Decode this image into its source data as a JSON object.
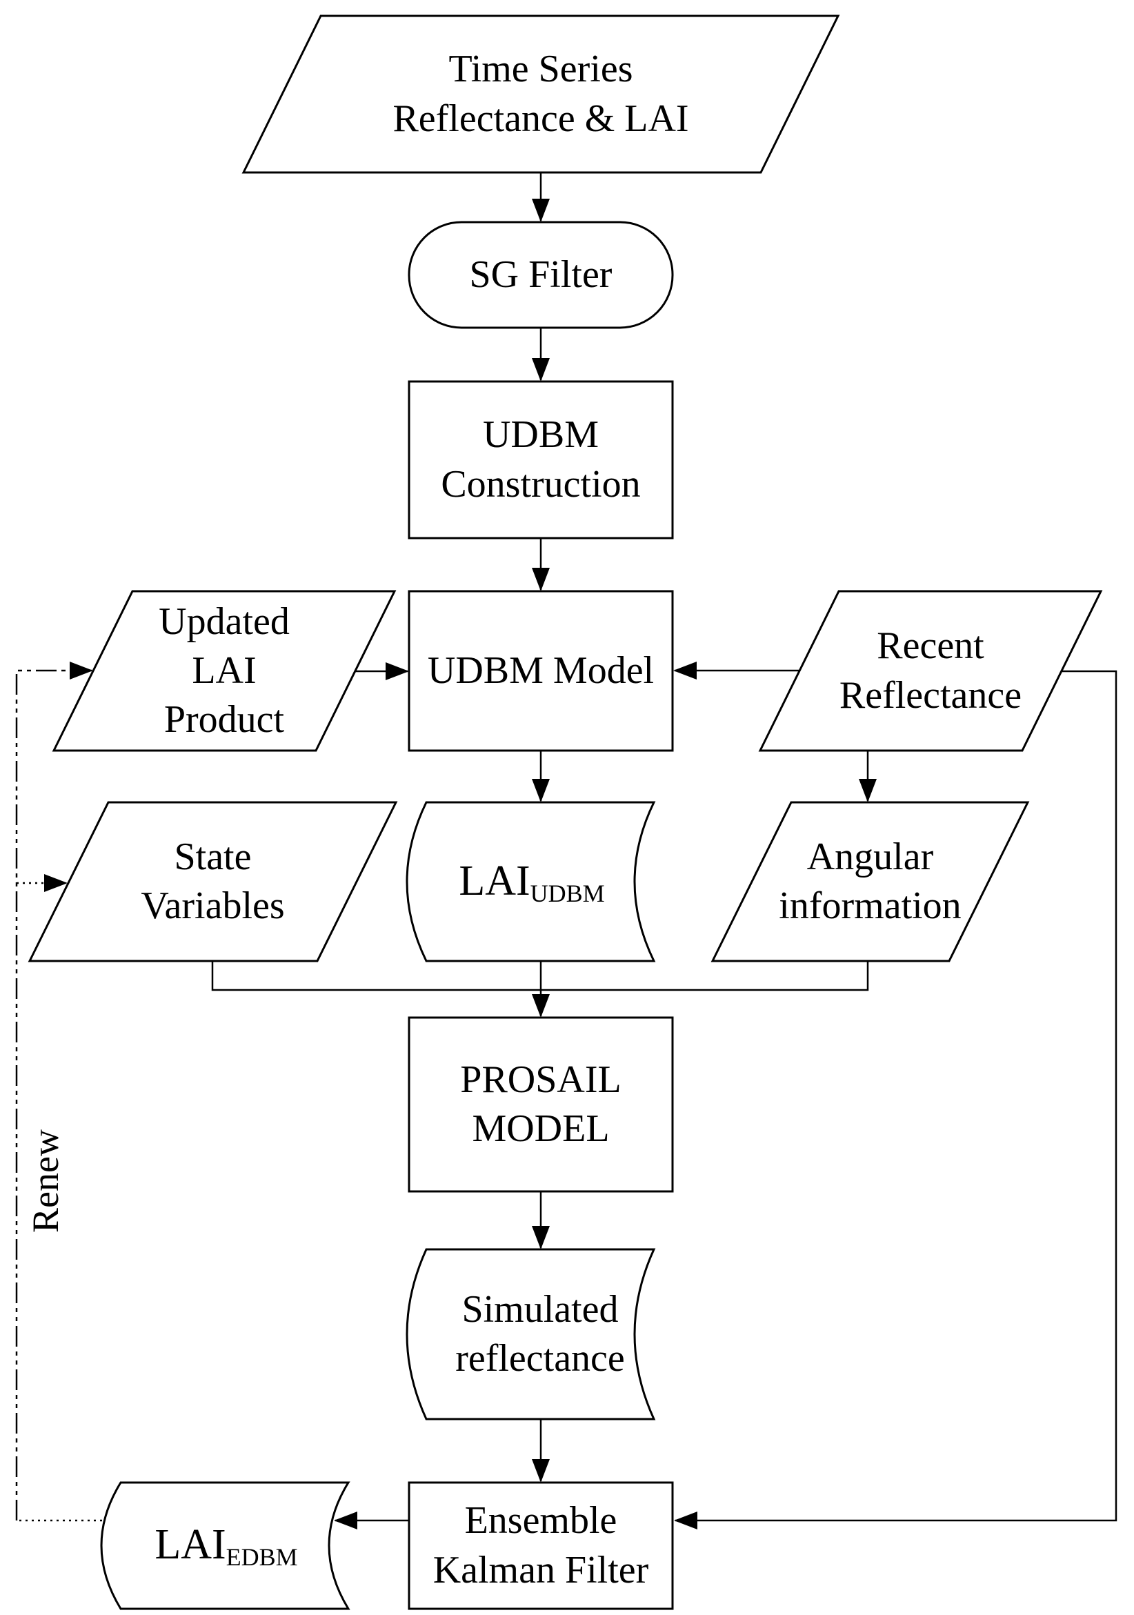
{
  "diagram": {
    "type": "flowchart",
    "background_color": "#ffffff",
    "line_color": "#000000",
    "nodes": [
      {
        "id": "time-series",
        "shape": "parallelogram",
        "label": "Time Series\nReflectance & LAI"
      },
      {
        "id": "sg-filter",
        "shape": "terminator",
        "label": "SG Filter"
      },
      {
        "id": "udbm-construction",
        "shape": "process",
        "label": "UDBM\nConstruction"
      },
      {
        "id": "updated-lai-product",
        "shape": "parallelogram",
        "label": "Updated\nLAI\nProduct"
      },
      {
        "id": "udbm-model",
        "shape": "process",
        "label": "UDBM Model"
      },
      {
        "id": "recent-reflectance",
        "shape": "parallelogram",
        "label": "Recent\nReflectance"
      },
      {
        "id": "state-variables",
        "shape": "parallelogram",
        "label": "State\nVariables"
      },
      {
        "id": "lai-udbm",
        "shape": "stored-data",
        "label_main": "LAI",
        "label_sub": "UDBM"
      },
      {
        "id": "angular-information",
        "shape": "parallelogram",
        "label": "Angular\ninformation"
      },
      {
        "id": "prosail-model",
        "shape": "process",
        "label": "PROSAIL\nMODEL"
      },
      {
        "id": "simulated-reflectance",
        "shape": "stored-data",
        "label": "Simulated\nreflectance"
      },
      {
        "id": "ensemble-kalman-filter",
        "shape": "process",
        "label": "Ensemble\nKalman Filter"
      },
      {
        "id": "lai-edbm",
        "shape": "stored-data",
        "label_main": "LAI",
        "label_sub": "EDBM"
      }
    ],
    "edges": [
      {
        "from": "time-series",
        "to": "sg-filter",
        "style": "solid"
      },
      {
        "from": "sg-filter",
        "to": "udbm-construction",
        "style": "solid"
      },
      {
        "from": "udbm-construction",
        "to": "udbm-model",
        "style": "solid"
      },
      {
        "from": "updated-lai-product",
        "to": "udbm-model",
        "style": "solid"
      },
      {
        "from": "recent-reflectance",
        "to": "udbm-model",
        "style": "solid"
      },
      {
        "from": "udbm-model",
        "to": "lai-udbm",
        "style": "solid"
      },
      {
        "from": "recent-reflectance",
        "to": "angular-information",
        "style": "solid"
      },
      {
        "from": "state-variables",
        "to": "prosail-model",
        "style": "solid"
      },
      {
        "from": "lai-udbm",
        "to": "prosail-model",
        "style": "solid"
      },
      {
        "from": "angular-information",
        "to": "prosail-model",
        "style": "solid"
      },
      {
        "from": "prosail-model",
        "to": "simulated-reflectance",
        "style": "solid"
      },
      {
        "from": "simulated-reflectance",
        "to": "ensemble-kalman-filter",
        "style": "solid"
      },
      {
        "from": "recent-reflectance",
        "to": "ensemble-kalman-filter",
        "style": "solid"
      },
      {
        "from": "ensemble-kalman-filter",
        "to": "lai-edbm",
        "style": "solid"
      },
      {
        "from": "lai-edbm",
        "to": "updated-lai-product",
        "style": "dash-dot",
        "label": "Renew"
      },
      {
        "from": "lai-edbm",
        "to": "state-variables",
        "style": "dotted"
      }
    ],
    "annotations": {
      "renew": "Renew"
    }
  }
}
